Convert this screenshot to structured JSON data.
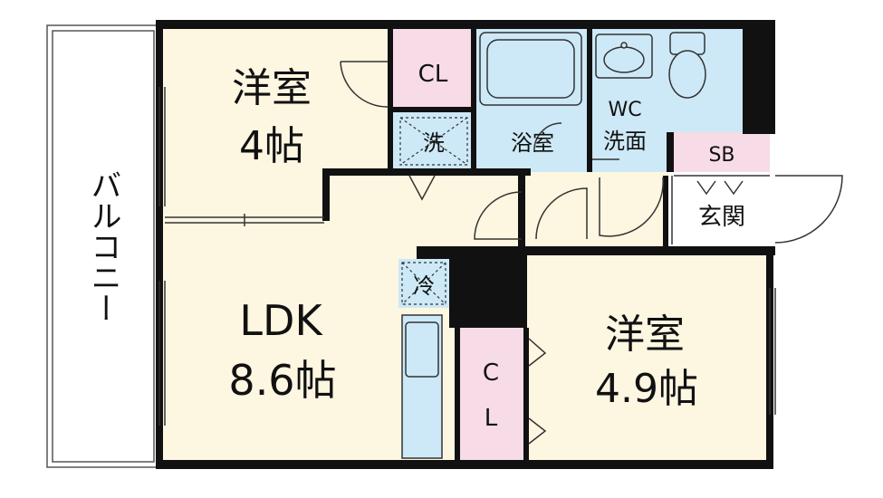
{
  "rooms": {
    "western_room_top": {
      "name": "洋室",
      "size": "4帖"
    },
    "ldk": {
      "name": "LDK",
      "size": "8.6帖"
    },
    "western_room_right": {
      "name": "洋室",
      "size": "4.9帖"
    },
    "closet_top": "CL",
    "closet_bottom_line1": "C",
    "closet_bottom_line2": "L",
    "washer": "洗",
    "bath": "浴室",
    "wc_line1": "WC",
    "wc_line2": "洗面",
    "shoe_box": "SB",
    "entrance": "玄関",
    "fridge": "冷",
    "balcony": "バルコニー"
  },
  "colors": {
    "wall": "#111111",
    "living_floor": "#fdf6e1",
    "closet": "#f7dbe7",
    "wet_area": "#cde9f7",
    "entrance_floor": "#ffffff"
  }
}
